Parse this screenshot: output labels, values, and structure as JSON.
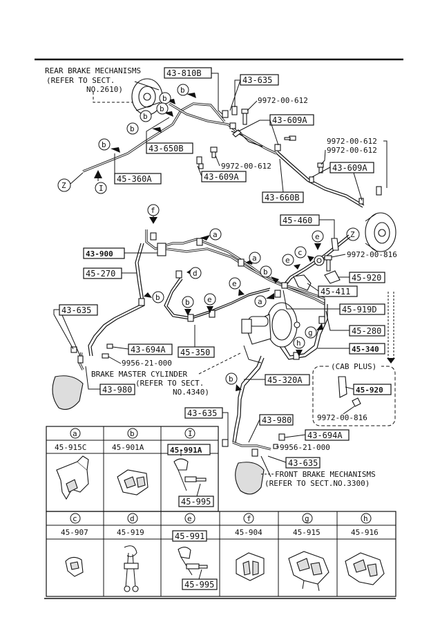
{
  "mechanisms": {
    "rear": {
      "line1": "REAR BRAKE MECHANISMS",
      "line2": "(REFER TO SECT.",
      "line3": "NO.2610)"
    },
    "master": {
      "line1": "BRAKE MASTER CYLINDER",
      "line2": "(REFER TO SECT.",
      "line3": "NO.4340)"
    },
    "front": {
      "line1": "FRONT BRAKE MECHANISMS",
      "line2": "(REFER TO SECT.NO.3300)"
    }
  },
  "cab_plus": "(CAB PLUS)",
  "markers": {
    "z": "Z",
    "i": "I",
    "a": "a",
    "b": "b",
    "c": "c",
    "d": "d",
    "e": "e",
    "f": "f",
    "g": "g",
    "h": "h"
  },
  "labels": {
    "l43_810B": "43-810B",
    "l43_635_top": "43-635",
    "l9972_00_612_a": "9972-00-612",
    "l43_609A_a": "43-609A",
    "l43_650B": "43-650B",
    "l45_360A": "45-360A",
    "l9972_00_612_b": "9972-00-612",
    "l43_609A_b": "43-609A",
    "l9972_00_612_c": "9972-00-612",
    "l9972_00_612_d": "9972-00-612",
    "l43_609A_c": "43-609A",
    "l43_660B": "43-660B",
    "l45_460": "45-460",
    "l9972_00_816_a": "9972-00-816",
    "l45_920_a": "45-920",
    "l45_411": "45-411",
    "l45_919D": "45-919D",
    "l45_280": "45-280",
    "l45_340": "45-340",
    "l43_900": "43-900",
    "l45_270": "45-270",
    "l43_635_left": "43-635",
    "l43_694A_a": "43-694A",
    "l9956_21_000_a": "9956-21-000",
    "l45_350": "45-350",
    "l43_980_a": "43-980",
    "l45_320A": "45-320A",
    "l45_920_b": "45-920",
    "l9972_00_816_b": "9972-00-816",
    "l43_635_mid": "43-635",
    "l43_980_b": "43-980",
    "l43_694A_b": "43-694A",
    "l9956_21_000_b": "9956-21-000",
    "l43_635_bot": "43-635"
  },
  "legend": {
    "row1": [
      {
        "letter": "a",
        "part": "45-915C"
      },
      {
        "letter": "b",
        "part": "45-901A"
      },
      {
        "letter": "I",
        "part": "45-991A",
        "part2": "45-995"
      }
    ],
    "row2": [
      {
        "letter": "c",
        "part": "45-907"
      },
      {
        "letter": "d",
        "part": "45-919"
      },
      {
        "letter": "e",
        "part": "45-991",
        "part2": "45-995"
      },
      {
        "letter": "f",
        "part": "45-904"
      },
      {
        "letter": "g",
        "part": "45-915"
      },
      {
        "letter": "h",
        "part": "45-916"
      }
    ]
  }
}
